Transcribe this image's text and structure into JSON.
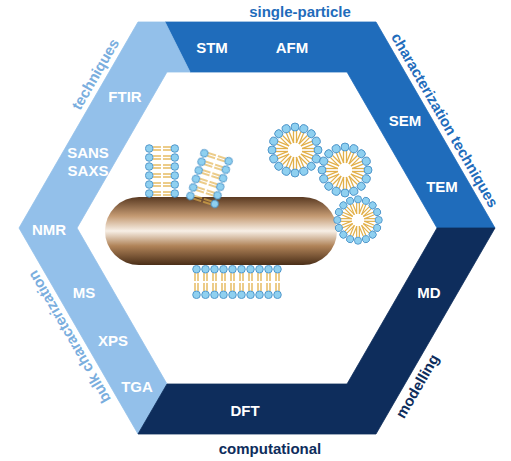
{
  "diagram": {
    "nodes": [
      {
        "text": [
          "single-particle",
          "characterization techniques",
          "STM",
          "AFM",
          "SEM",
          "TEM"
        ]
      },
      {
        "text": [
          "bulk characterization",
          "techniques",
          "FTIR",
          "SANS",
          "SAXS",
          "NMR",
          "MS",
          "XPS",
          "TGA"
        ]
      },
      {
        "text": [
          "computational",
          "modelling",
          "MD",
          "DFT"
        ]
      }
    ]
  }
}
